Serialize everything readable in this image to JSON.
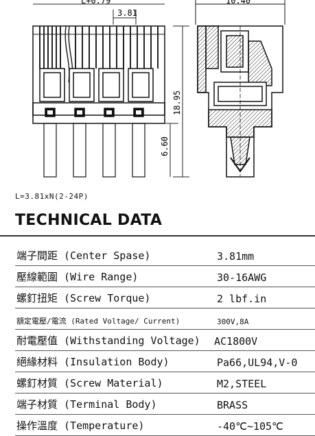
{
  "drawing": {
    "dim_top_left": "L+0.79",
    "dim_pitch": "3.81",
    "dim_top_right": "10.40",
    "dim_height": "18.95",
    "dim_pin": "6.60"
  },
  "note": "L=3.81xN(2-24P)",
  "heading": "TECHNICAL DATA",
  "rows": [
    {
      "label": "端子間距 (Center Spase)",
      "value": "3.81mm"
    },
    {
      "label": "壓線範圍 (Wire Range)",
      "value": "30-16AWG"
    },
    {
      "label": "螺釘扭矩 (Screw Torque)",
      "value": "2 lbf.in"
    },
    {
      "label": "額定電壓/電流 (Rated Voltage/ Current)",
      "value": "300V,8A"
    },
    {
      "label": "耐電壓值 (Withstanding Voltage)",
      "value": "AC1800V"
    },
    {
      "label": "絕緣材料 (Insulation Body)",
      "value": "Pa66,UL94,V-0"
    },
    {
      "label": "螺釘材質 (Screw Material)",
      "value": "M2,STEEL"
    },
    {
      "label": "端子材質 (Terminal Body)",
      "value": "BRASS"
    },
    {
      "label": "操作溫度 (Temperature)",
      "value": "-40℃~105℃"
    }
  ]
}
